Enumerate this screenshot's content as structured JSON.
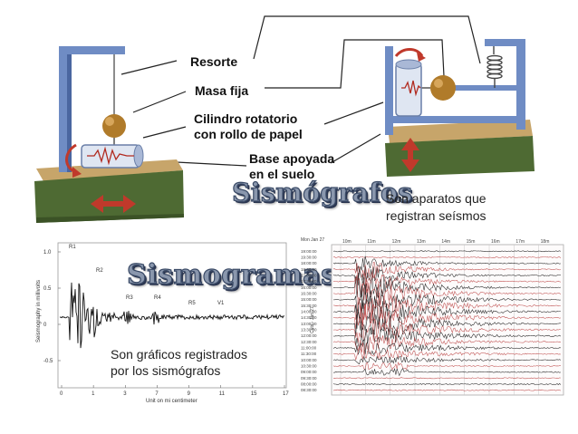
{
  "labels": {
    "resorte": "Resorte",
    "masa": "Masa fija",
    "cilindro_l1": "Cilindro rotatorio",
    "cilindro_l2": "con rollo de papel",
    "base_l1": "Base apoyada",
    "base_l2": "en el suelo"
  },
  "sismografos": {
    "title": "Sismógrafos",
    "desc_l1": "Son aparatos que",
    "desc_l2": "registran seísmos"
  },
  "sismogramas": {
    "title": "Sismogramas",
    "desc_l1": "Son gráficos registrados",
    "desc_l2": "por los sismógrafos"
  },
  "left_chart": {
    "ylabel": "Seismography in millivolts",
    "xlabel": "Unit on mi centimeter",
    "yticks": [
      "1.0",
      "0.5",
      "0",
      "-0.5"
    ],
    "xticks": [
      "0",
      "1",
      "3",
      "7",
      "9",
      "11",
      "15",
      "17"
    ],
    "phases": [
      "R1",
      "R2",
      "R3",
      "R4",
      "R5",
      "V1"
    ]
  },
  "right_chart": {
    "corner": "Mon Jan 27",
    "ylabel": "Cuts - Jan 27",
    "header_ticks": [
      "10m",
      "11m",
      "12m",
      "13m",
      "14m",
      "15m",
      "16m",
      "17m",
      "18m"
    ],
    "row_labels": [
      "19:00:00",
      "19:30:00",
      "18:00:00",
      "18:30:00",
      "17:00:00",
      "17:30:00",
      "16:00:00",
      "16:30:00",
      "15:00:00",
      "15:30:00",
      "14:00:00",
      "14:30:00",
      "13:00:00",
      "13:30:00",
      "12:00:00",
      "12:30:00",
      "11:00:00",
      "11:30:00",
      "10:00:00",
      "10:30:00",
      "09:00:00",
      "09:30:00",
      "08:00:00",
      "08:30:00"
    ]
  }
}
